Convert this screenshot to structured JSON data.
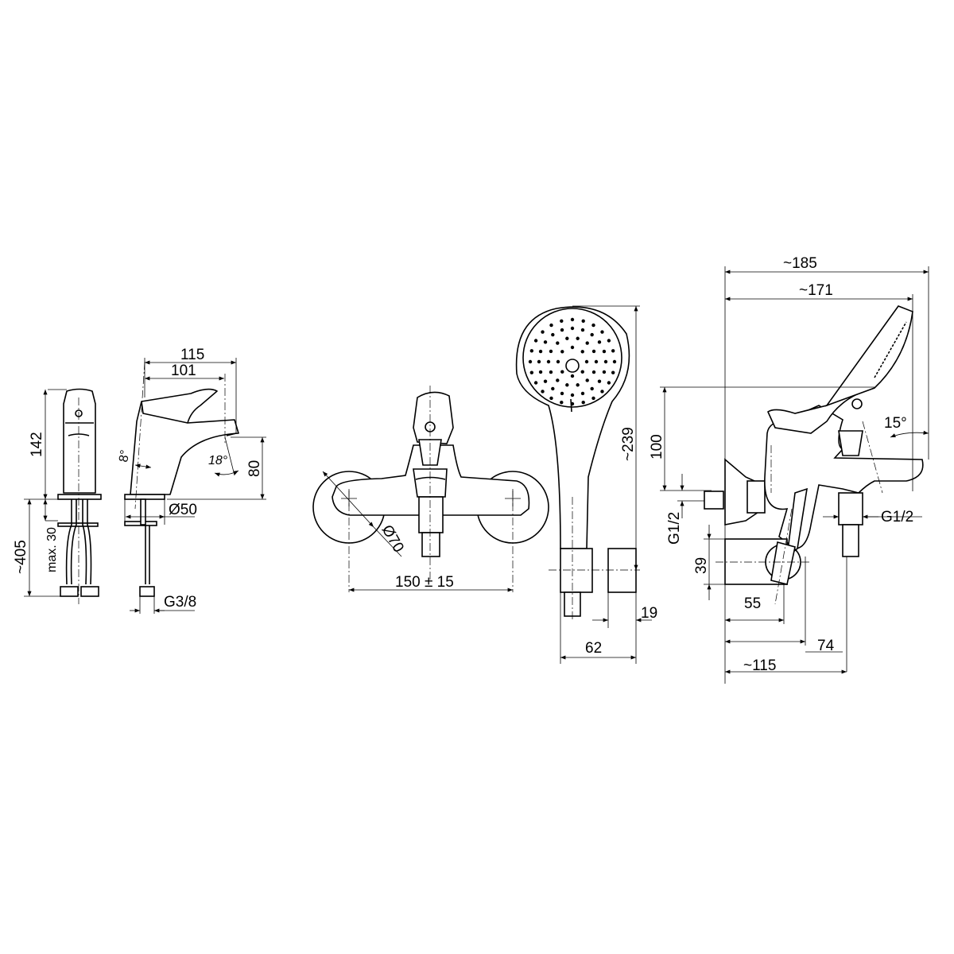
{
  "basin_mixer": {
    "front_height": "142",
    "total_length": "~405",
    "max_thickness": "max. 30",
    "side_width_total": "115",
    "side_width_spout": "101",
    "tilt_angle": "8°",
    "spout_angle": "18°",
    "spout_height": "80",
    "base_diameter": "Ø50",
    "connection": "G3/8"
  },
  "bath_mixer_front": {
    "rosette_diameter": "Ø70",
    "center_distance": "150 ± 15"
  },
  "hand_shower": {
    "length": "~239",
    "bracket_depth": "19",
    "bracket_offset": "62"
  },
  "bath_mixer_side": {
    "overall_width": "~185",
    "shower_width": "~171",
    "height": "100",
    "wall_connection": "G1/2",
    "outlet_connection": "G1/2",
    "bracket_height": "39",
    "dim_55": "55",
    "dim_74": "74",
    "spout_projection": "~115",
    "spout_angle": "15°"
  }
}
